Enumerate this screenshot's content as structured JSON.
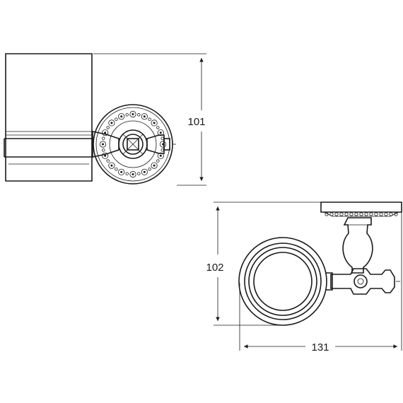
{
  "drawing": {
    "watermark": "",
    "dimensions": {
      "side_view_height": "101",
      "top_view_height": "102",
      "top_view_width": "131"
    }
  }
}
